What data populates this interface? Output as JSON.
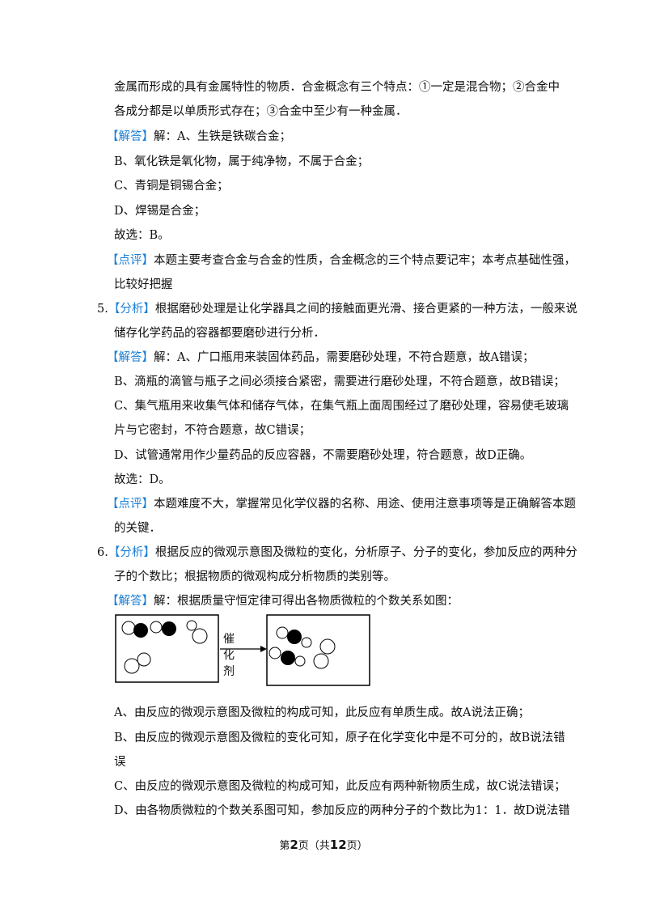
{
  "lines": [
    {
      "text": "金属而形成的具有金属特性的物质．合金概念有三个特点：①一定是混合物；②合金中"
    },
    {
      "text": "各成分都是以单质形式存在；③合金中至少有一种金属．"
    },
    {
      "tag": "【解答】",
      "text": "解：A、生铁是铁碳合金；"
    },
    {
      "text": "B、氧化铁是氧化物，属于纯净物，不属于合金；"
    },
    {
      "text": "C、青铜是铜锡合金；"
    },
    {
      "text": "D、焊锡是合金；"
    },
    {
      "text": "故选：B。"
    },
    {
      "tag": "【点评】",
      "text": "本题主要考查合金与合金的性质，合金概念的三个特点要记牢；本考点基础性强，"
    },
    {
      "text": "比较好把握"
    },
    {
      "num": "5.",
      "tag": "【分析】",
      "text": "根据磨砂处理是让化学器具之间的接触面更光滑、接合更紧的一种方法，一般来说"
    },
    {
      "text": "储存化学药品的容器都要磨砂进行分析．"
    },
    {
      "tag": "【解答】",
      "text": "解：A、广口瓶用来装固体药品，需要磨砂处理，不符合题意，故A错误；"
    },
    {
      "text": "B、滴瓶的滴管与瓶子之间必须接合紧密，需要进行磨砂处理，不符合题意，故B错误；"
    },
    {
      "text": "C、集气瓶用来收集气体和储存气体，在集气瓶上面周围经过了磨砂处理，容易使毛玻璃"
    },
    {
      "text": "片与它密封，不符合题意，故C错误；"
    },
    {
      "text": "D、试管通常用作少量药品的反应容器，不需要磨砂处理，符合题意，故D正确。"
    },
    {
      "text": "故选：D。"
    },
    {
      "tag": "【点评】",
      "text": "本题难度不大，掌握常见化学仪器的名称、用途、使用注意事项等是正确解答本题"
    },
    {
      "text": "的关键．"
    },
    {
      "num": "6.",
      "tag": "【分析】",
      "text": "根据反应的微观示意图及微粒的变化，分析原子、分子的变化，参加反应的两种分"
    },
    {
      "text": "子的个数比；根据物质的微观构成分析物质的类别等。"
    },
    {
      "tag": "【解答】",
      "text": "解：根据质量守恒定律可得出各物质微粒的个数关系如图："
    },
    {
      "text": "A、由反应的微观示意图及微粒的构成可知，此反应有单质生成。故A说法正确；"
    },
    {
      "text": "B、由反应的微观示意图及微粒的变化可知，原子在化学变化中是不可分的，故B说法错"
    },
    {
      "text": "误"
    },
    {
      "text": "C、由反应的微观示意图及微粒的构成可知，此反应有两种新物质生成，故C说法错误；"
    },
    {
      "text": "D、由各物质微粒的个数关系图可知，参加反应的两种分子的个数比为1：1．故D说法错"
    }
  ],
  "diagram": {
    "arrow_label": "催化剂"
  },
  "footer": {
    "prefix": "第",
    "page": "2",
    "mid": "页（共",
    "total": "12",
    "suffix": "页）"
  },
  "colors": {
    "tag": "#1b7fd6"
  }
}
